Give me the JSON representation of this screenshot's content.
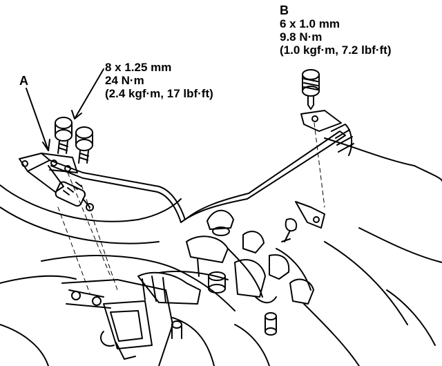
{
  "callouts": {
    "a": {
      "letter": "A"
    },
    "left_bolts": {
      "size": "8 x 1.25 mm",
      "torque": "24 N·m",
      "torque_alt": "(2.4 kgf·m, 17 lbf·ft)"
    },
    "b": {
      "letter": "B",
      "size": "6 x 1.0 mm",
      "torque": "9.8 N·m",
      "torque_alt": "(1.0 kgf·m, 7.2 lbf·ft)"
    }
  },
  "colors": {
    "ink": "#000000",
    "paper": "#ffffff"
  }
}
